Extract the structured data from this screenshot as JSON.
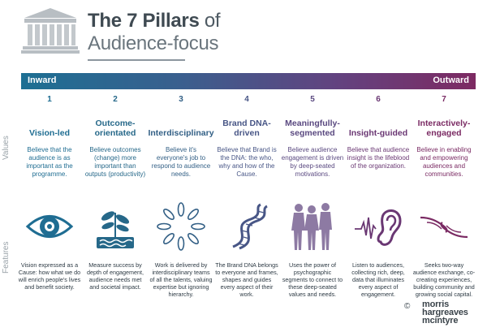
{
  "header": {
    "title_bold": "The 7 Pillars",
    "title_rest": " of",
    "title_line2": "Audience-focus"
  },
  "direction": {
    "left": "Inward",
    "right": "Outward"
  },
  "side_labels": {
    "values": "Values",
    "features": "Features"
  },
  "pillars": [
    {
      "num": "1",
      "name": "Vision-led",
      "color": "#1f6d92",
      "icon": "eye-icon",
      "value": "Believe that the audience is as important as the programme.",
      "feature": "Vision expressed as a Cause: how what we do will enrich people's lives and benefit society."
    },
    {
      "num": "2",
      "name": "Outcome-orientated",
      "color": "#266889",
      "icon": "plant-icon",
      "value": "Believe outcomes (change) more important than outputs (productivity)",
      "feature": "Measure success by depth of engagement, audience needs met and societal impact."
    },
    {
      "num": "3",
      "name": "Interdisciplinary",
      "color": "#325f85",
      "icon": "leaf-circle-icon",
      "value": "Believe it's everyone's job to respond to audience needs.",
      "feature": "Work is delivered by interdisciplinary teams of all the talents, valuing expertise but ignoring hierarchy."
    },
    {
      "num": "4",
      "name": "Brand DNA-driven",
      "color": "#485686",
      "icon": "dna-icon",
      "value": "Believe that Brand is the DNA: the who, why and how of the Cause.",
      "feature": "The Brand DNA belongs to everyone and frames, shapes and guides every aspect of their work."
    },
    {
      "num": "5",
      "name": "Meaningfully-segmented",
      "color": "#5a4980",
      "icon": "people-icon",
      "value": "Believe audience engagement is driven by deep-seated motivations.",
      "feature": "Uses the power of psychographic segments to connect to these deep-seated values and needs."
    },
    {
      "num": "6",
      "name": "Insight-guided",
      "color": "#6a3773",
      "icon": "ear-icon",
      "value": "Believe that audience insight is the lifeblood of the organization.",
      "feature": "Listen to audiences, collecting rich, deep, data that illuminates every aspect of engagement."
    },
    {
      "num": "7",
      "name": "Interactively-engaged",
      "color": "#7a2a63",
      "icon": "hands-icon",
      "value": "Believe in enabling and empowering audiences and communities.",
      "feature": "Seeks two-way audience exchange, co-creating experiences, building community and growing social capital."
    }
  ],
  "brand": {
    "copyright": "©",
    "line1": "morris",
    "line2": "hargreaves",
    "line3": "mcintyre"
  }
}
